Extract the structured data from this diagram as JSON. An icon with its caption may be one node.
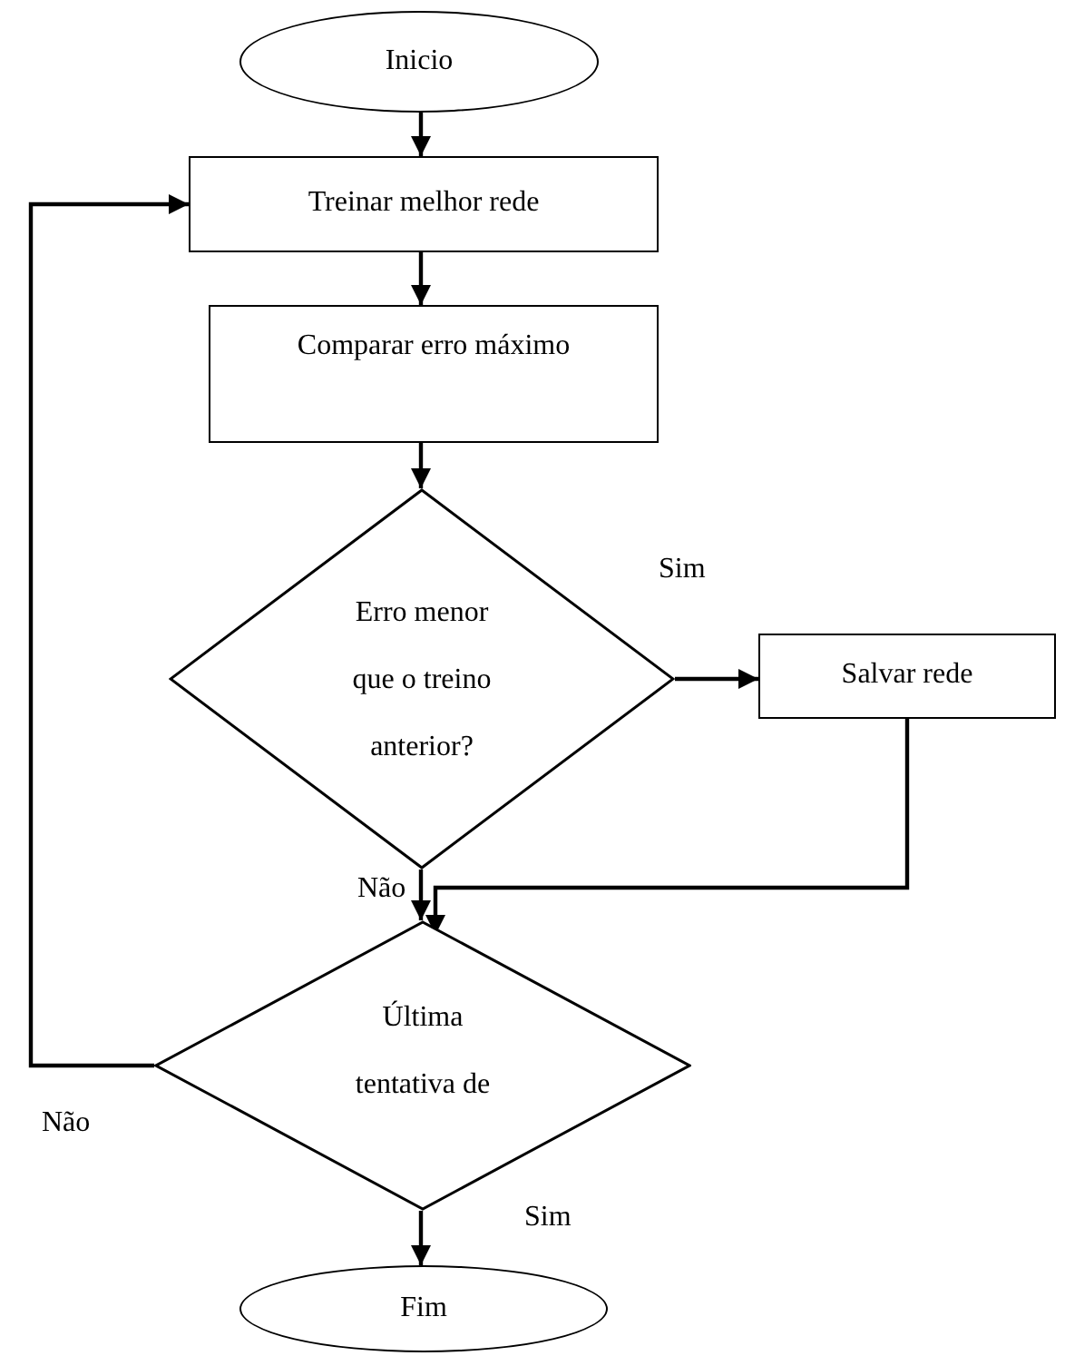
{
  "diagram": {
    "nodes": [
      {
        "text": [
          "Inicio"
        ]
      },
      {
        "text": [
          "Treinar melhor rede"
        ]
      },
      {
        "text": [
          "Comparar erro máximo"
        ]
      },
      {
        "text": [
          "Erro menor que o treino anterior?"
        ]
      },
      {
        "text": [
          "Salvar rede"
        ]
      },
      {
        "text": [
          "Última tentativa de"
        ]
      },
      {
        "text": [
          "Fim"
        ]
      }
    ],
    "edges": [
      {
        "from": 0,
        "to": 1,
        "arrow": "to"
      },
      {
        "from": 1,
        "to": 2,
        "arrow": "to"
      },
      {
        "from": 2,
        "to": 3,
        "arrow": "to"
      },
      {
        "from": 3,
        "to": 4,
        "arrow": "to",
        "label": "Sim"
      },
      {
        "from": 3,
        "to": 5,
        "arrow": "to",
        "label": "Não"
      },
      {
        "from": 4,
        "to": 5,
        "arrow": "to"
      },
      {
        "from": 5,
        "to": 1,
        "arrow": "to",
        "label": "Não"
      },
      {
        "from": 5,
        "to": 6,
        "arrow": "to",
        "label": "Sim"
      }
    ]
  }
}
